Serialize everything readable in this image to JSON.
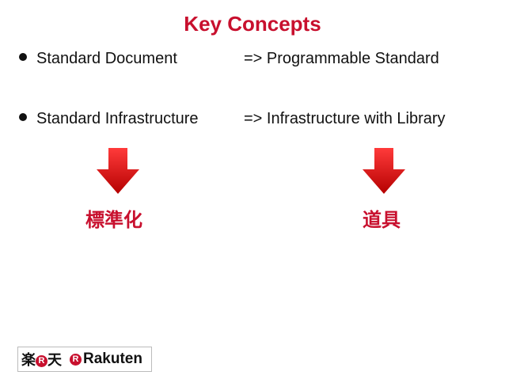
{
  "slide": {
    "title": "Key Concepts",
    "rows": [
      {
        "left": "Standard Document",
        "right": "=> Programmable Standard"
      },
      {
        "left": "Standard Infrastructure",
        "right": "=> Infrastructure with Library"
      }
    ],
    "left_term": "標準化",
    "right_term": "道具"
  },
  "logo": {
    "jp_left": "楽",
    "jp_mark": "R",
    "jp_right": "天",
    "en_mark": "R",
    "en_text": "Rakuten"
  },
  "colors": {
    "accent": "#c8102e",
    "arrow_top": "#ff3b3b",
    "arrow_bottom": "#b50000"
  }
}
